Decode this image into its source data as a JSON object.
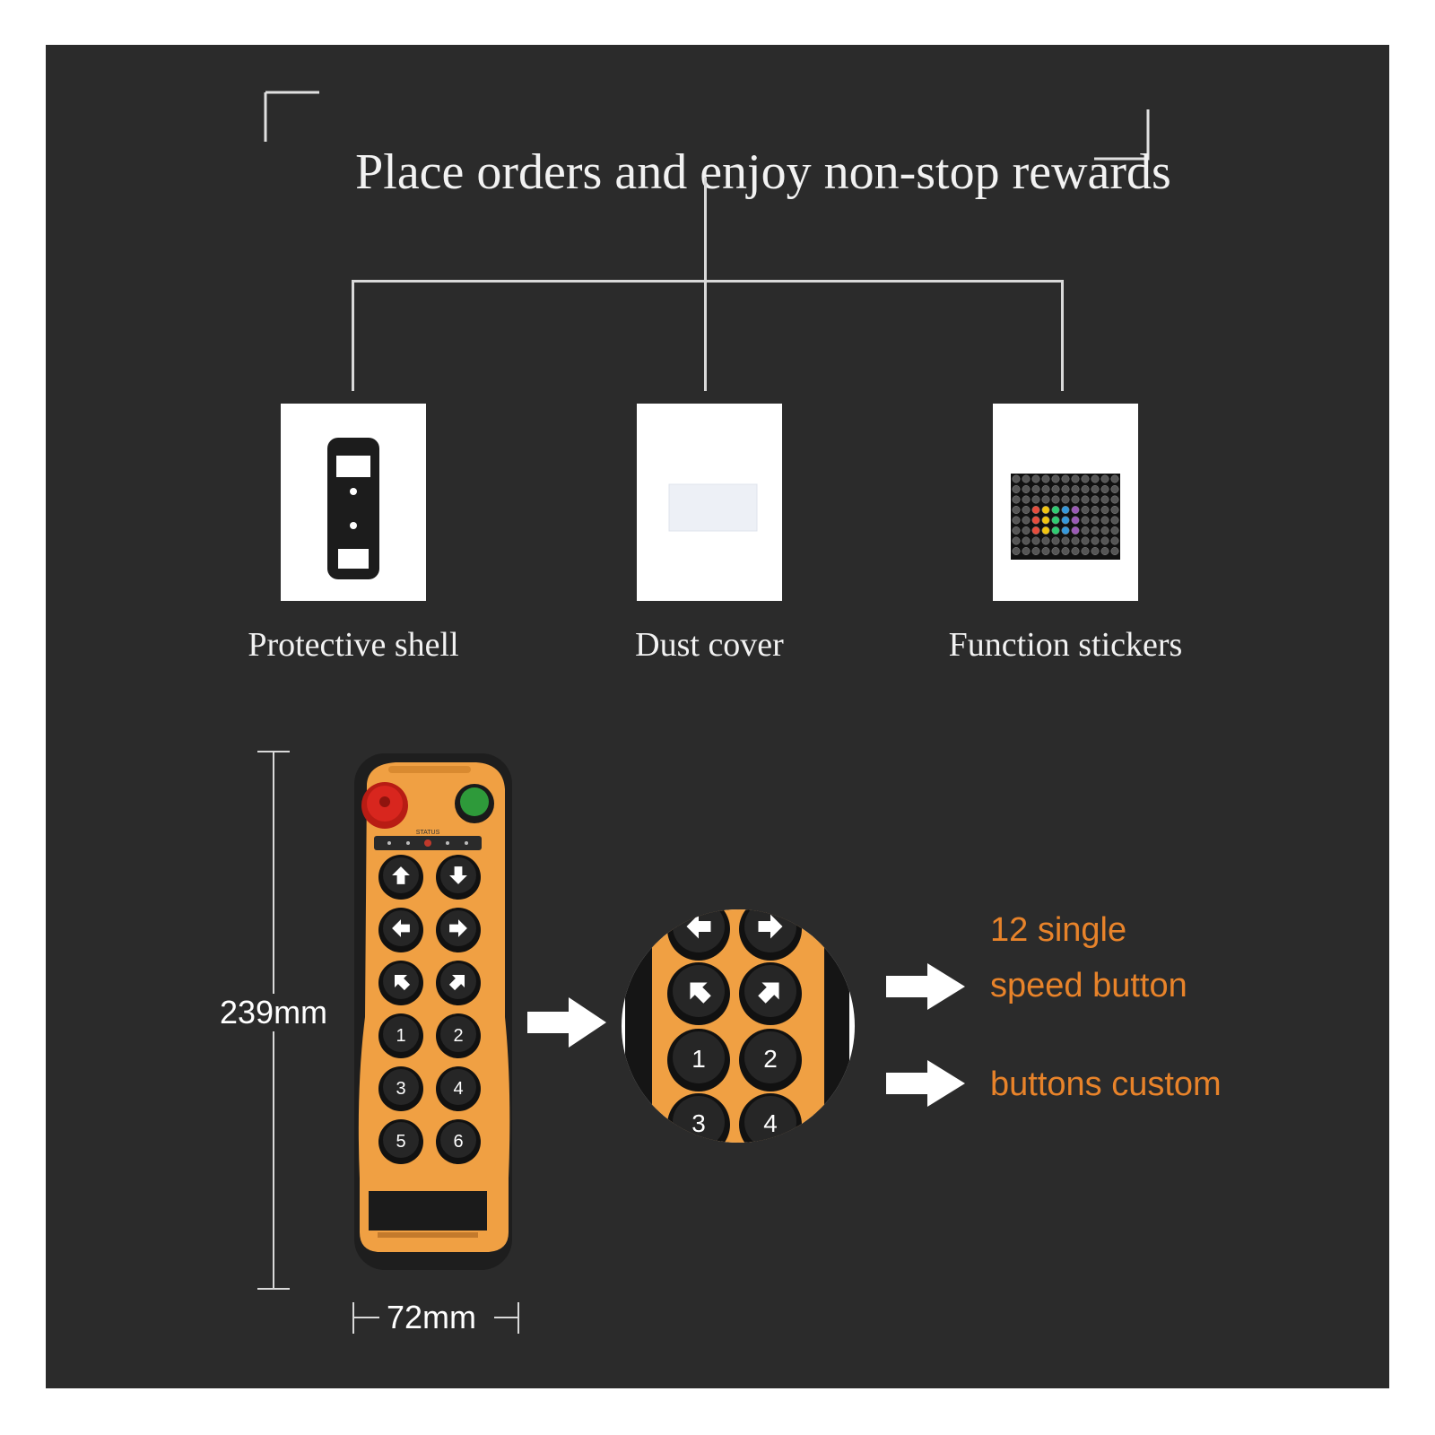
{
  "headline": "Place orders and enjoy non-stop rewards",
  "accessories": [
    {
      "label": "Protective shell",
      "icon": "protective-shell-icon"
    },
    {
      "label": "Dust cover",
      "icon": "dust-cover-icon"
    },
    {
      "label": "Function stickers",
      "icon": "function-stickers-icon"
    }
  ],
  "dimensions": {
    "height": "239mm",
    "width": "72mm"
  },
  "remote": {
    "status_label": "STATUS",
    "buttons": [
      "1",
      "2",
      "3",
      "4",
      "5",
      "6"
    ],
    "zoom_buttons": [
      "1",
      "2",
      "3",
      "4"
    ]
  },
  "features": {
    "line1": "12 single",
    "line2": "speed button",
    "line3": "buttons custom"
  },
  "colors": {
    "background": "#2b2b2b",
    "remote_body": "#f0a043",
    "accent_text": "#e8832a",
    "stop_button": "#d8261e",
    "start_button": "#2e9a3a"
  }
}
